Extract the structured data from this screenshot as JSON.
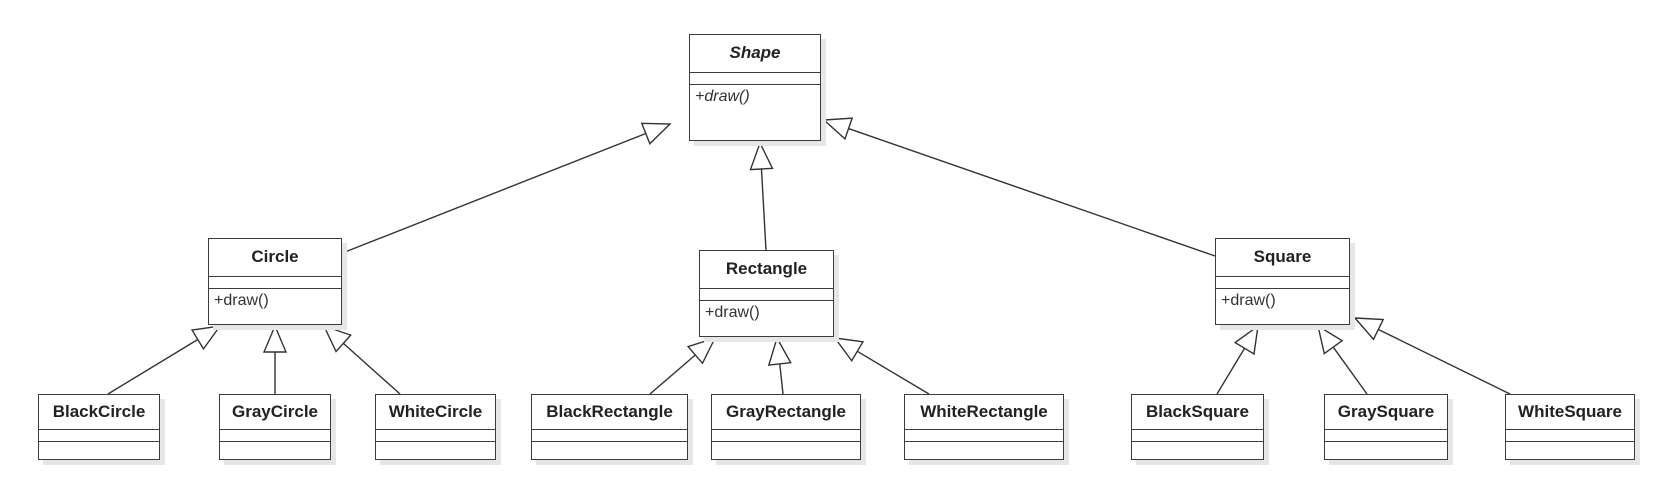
{
  "diagram": {
    "classes": [
      {
        "id": "shape",
        "name": "Shape",
        "abstract": true,
        "operations": [
          "+draw()"
        ]
      },
      {
        "id": "circle",
        "name": "Circle",
        "operations": [
          "+draw()"
        ]
      },
      {
        "id": "rectangle",
        "name": "Rectangle",
        "operations": [
          "+draw()"
        ]
      },
      {
        "id": "square",
        "name": "Square",
        "operations": [
          "+draw()"
        ]
      },
      {
        "id": "black-circle",
        "name": "BlackCircle",
        "operations": []
      },
      {
        "id": "gray-circle",
        "name": "GrayCircle",
        "operations": []
      },
      {
        "id": "white-circle",
        "name": "WhiteCircle",
        "operations": []
      },
      {
        "id": "black-rectangle",
        "name": "BlackRectangle",
        "operations": []
      },
      {
        "id": "gray-rectangle",
        "name": "GrayRectangle",
        "operations": []
      },
      {
        "id": "white-rectangle",
        "name": "WhiteRectangle",
        "operations": []
      },
      {
        "id": "black-square",
        "name": "BlackSquare",
        "operations": []
      },
      {
        "id": "gray-square",
        "name": "GraySquare",
        "operations": []
      },
      {
        "id": "white-square",
        "name": "WhiteSquare",
        "operations": []
      }
    ],
    "generalizations": [
      {
        "from": "circle",
        "to": "shape"
      },
      {
        "from": "rectangle",
        "to": "shape"
      },
      {
        "from": "square",
        "to": "shape"
      },
      {
        "from": "black-circle",
        "to": "circle"
      },
      {
        "from": "gray-circle",
        "to": "circle"
      },
      {
        "from": "white-circle",
        "to": "circle"
      },
      {
        "from": "black-rectangle",
        "to": "rectangle"
      },
      {
        "from": "gray-rectangle",
        "to": "rectangle"
      },
      {
        "from": "white-rectangle",
        "to": "rectangle"
      },
      {
        "from": "black-square",
        "to": "square"
      },
      {
        "from": "gray-square",
        "to": "square"
      },
      {
        "from": "white-square",
        "to": "square"
      }
    ]
  }
}
